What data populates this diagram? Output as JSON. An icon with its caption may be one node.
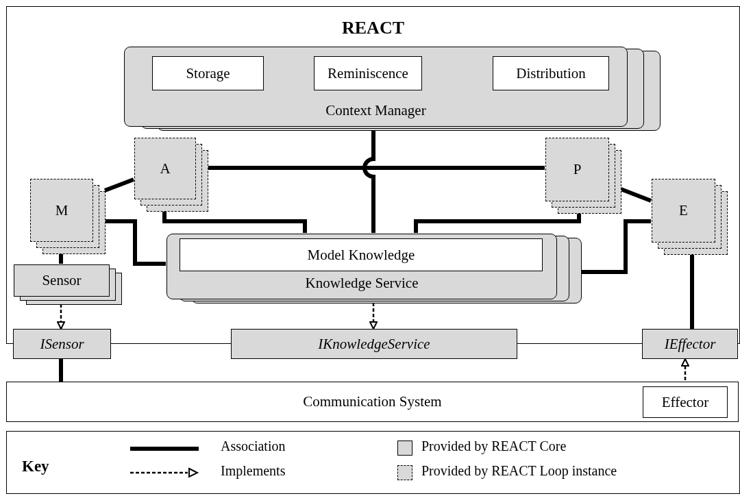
{
  "diagram": {
    "nodes": [
      {
        "text": [
          "REACT"
        ]
      },
      {
        "text": [
          "Context Manager"
        ],
        "in": 0
      },
      {
        "text": [
          "Storage"
        ],
        "in": 1
      },
      {
        "text": [
          "Reminiscence"
        ],
        "in": 1
      },
      {
        "text": [
          "Distribution"
        ],
        "in": 1
      },
      {
        "text": [
          "A"
        ],
        "in": 0
      },
      {
        "text": [
          "P"
        ],
        "in": 0
      },
      {
        "text": [
          "M"
        ],
        "in": 0
      },
      {
        "text": [
          "E"
        ],
        "in": 0
      },
      {
        "text": [
          "Knowledge Service"
        ],
        "in": 0
      },
      {
        "text": [
          "Model Knowledge"
        ],
        "in": 9
      },
      {
        "text": [
          "Sensor"
        ],
        "in": 0
      },
      {
        "text": [
          "ISensor"
        ]
      },
      {
        "text": [
          "IKnowledgeService"
        ]
      },
      {
        "text": [
          "IEffector"
        ]
      },
      {
        "text": [
          "Communication System"
        ]
      },
      {
        "text": [
          "Effector"
        ],
        "in": 15
      }
    ],
    "edges": [
      {
        "from": 1,
        "to": 9,
        "arrow": "none"
      },
      {
        "from": 5,
        "to": 6,
        "arrow": "none"
      },
      {
        "from": 7,
        "to": 5,
        "arrow": "none"
      },
      {
        "from": 6,
        "to": 8,
        "arrow": "none"
      },
      {
        "from": 5,
        "to": 9,
        "arrow": "none"
      },
      {
        "from": 7,
        "to": 9,
        "arrow": "none"
      },
      {
        "from": 6,
        "to": 9,
        "arrow": "none"
      },
      {
        "from": 8,
        "to": 9,
        "arrow": "none"
      },
      {
        "from": 7,
        "to": 11,
        "arrow": "none"
      },
      {
        "from": 11,
        "to": 12,
        "arrow": "to",
        "style": "dashed"
      },
      {
        "from": 9,
        "to": 13,
        "arrow": "to",
        "style": "dashed"
      },
      {
        "from": 8,
        "to": 14,
        "arrow": "none"
      },
      {
        "from": 12,
        "to": 15,
        "arrow": "none"
      },
      {
        "from": 16,
        "to": 14,
        "arrow": "to",
        "style": "dashed"
      }
    ],
    "labels": [
      "Key"
    ],
    "legend": [
      {
        "text": "Association"
      },
      {
        "text": "Implements"
      },
      {
        "text": "Provided by REACT Core",
        "color": "#d9d9d9"
      },
      {
        "text": "Provided by REACT Loop instance"
      }
    ]
  }
}
